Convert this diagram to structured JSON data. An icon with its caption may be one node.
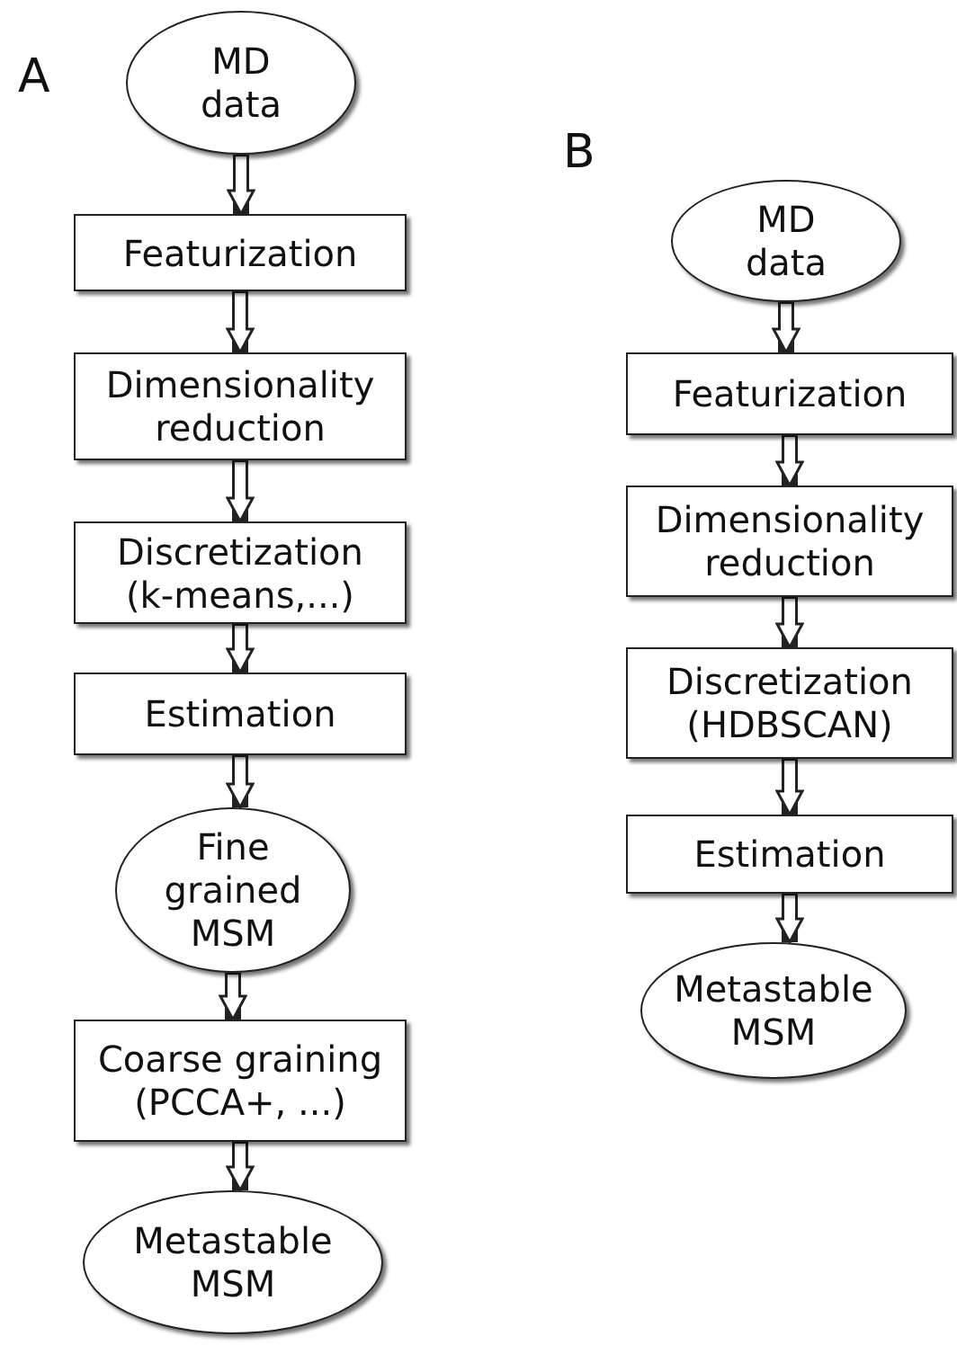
{
  "diagram": {
    "nodes": [
      {
        "text": [
          "MD data"
        ]
      },
      {
        "text": [
          "Featurization"
        ]
      },
      {
        "text": [
          "Dimensionality reduction"
        ]
      },
      {
        "text": [
          "Discretization (k-means,...)"
        ]
      },
      {
        "text": [
          "Estimation"
        ]
      },
      {
        "text": [
          "Fine grained MSM"
        ]
      },
      {
        "text": [
          "Coarse graining (PCCA+, ...)"
        ]
      },
      {
        "text": [
          "Metastable MSM"
        ]
      },
      {
        "text": [
          "MD data"
        ]
      },
      {
        "text": [
          "Featurization"
        ]
      },
      {
        "text": [
          "Dimensionality reduction"
        ]
      },
      {
        "text": [
          "Discretization (HDBSCAN)"
        ]
      },
      {
        "text": [
          "Estimation"
        ]
      },
      {
        "text": [
          "Metastable MSM"
        ]
      }
    ],
    "edges": [
      {
        "from": 0,
        "to": 1,
        "arrow": "to"
      },
      {
        "from": 1,
        "to": 2,
        "arrow": "to"
      },
      {
        "from": 2,
        "to": 3,
        "arrow": "to"
      },
      {
        "from": 3,
        "to": 4,
        "arrow": "to"
      },
      {
        "from": 4,
        "to": 5,
        "arrow": "to"
      },
      {
        "from": 5,
        "to": 6,
        "arrow": "to"
      },
      {
        "from": 6,
        "to": 7,
        "arrow": "to"
      },
      {
        "from": 8,
        "to": 9,
        "arrow": "to"
      },
      {
        "from": 9,
        "to": 10,
        "arrow": "to"
      },
      {
        "from": 10,
        "to": 11,
        "arrow": "to"
      },
      {
        "from": 11,
        "to": 12,
        "arrow": "to"
      },
      {
        "from": 12,
        "to": 13,
        "arrow": "to"
      }
    ],
    "labels": [
      "A",
      "B"
    ]
  }
}
